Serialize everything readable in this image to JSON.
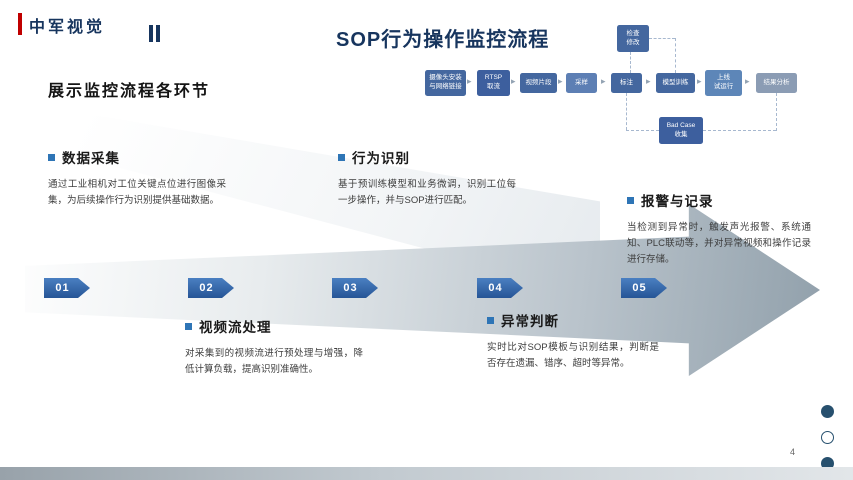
{
  "brand": {
    "name": "中军视觉"
  },
  "title": "SOP行为操作监控流程",
  "subtitle": "展示监控流程各环节",
  "icons": {
    "flow_arrow": "▸"
  },
  "flowchart": {
    "nodes": [
      {
        "label": "摄像头安装\n与网络链接",
        "color": "#44679f"
      },
      {
        "label": "RTSP\n取流",
        "color": "#3d5f9e"
      },
      {
        "label": "视频片段",
        "color": "#44679f"
      },
      {
        "label": "采样",
        "color": "#5d7fb4"
      },
      {
        "label": "标注",
        "color": "#44679f"
      },
      {
        "label": "模型训练",
        "color": "#44679f"
      },
      {
        "label": "上线\n试运行",
        "color": "#5d86b8"
      },
      {
        "label": "结果分析",
        "color": "#8b9cb4"
      }
    ],
    "feedback_nodes": [
      {
        "label": "检查\n修改",
        "color": "#44679f"
      },
      {
        "label": "Bad Case\n收集",
        "color": "#3d5f9e"
      }
    ]
  },
  "steps": [
    {
      "num": "01",
      "title": "数据采集",
      "desc": "通过工业相机对工位关键点位进行图像采集，为后续操作行为识别提供基础数据。"
    },
    {
      "num": "02",
      "title": "视频流处理",
      "desc": "对采集到的视频流进行预处理与增强，降低计算负载，提高识别准确性。"
    },
    {
      "num": "03",
      "title": "行为识别",
      "desc": "基于预训练模型和业务微调，识别工位每一步操作，并与SOP进行匹配。"
    },
    {
      "num": "04",
      "title": "异常判断",
      "desc": "实时比对SOP模板与识别结果，判断是否存在遗漏、错序、超时等异常。"
    },
    {
      "num": "05",
      "title": "报警与记录",
      "desc": "当检测到异常时，触发声光报警、系统通知、PLC联动等，并对异常视频和操作记录进行存储。"
    }
  ],
  "page_number": "4",
  "colors": {
    "brand_red": "#c00000",
    "brand_navy": "#17355e",
    "accent_blue": "#2e75b6",
    "badge_blue": "#2a5a9e",
    "arrow_gray": "#91a0ab"
  }
}
